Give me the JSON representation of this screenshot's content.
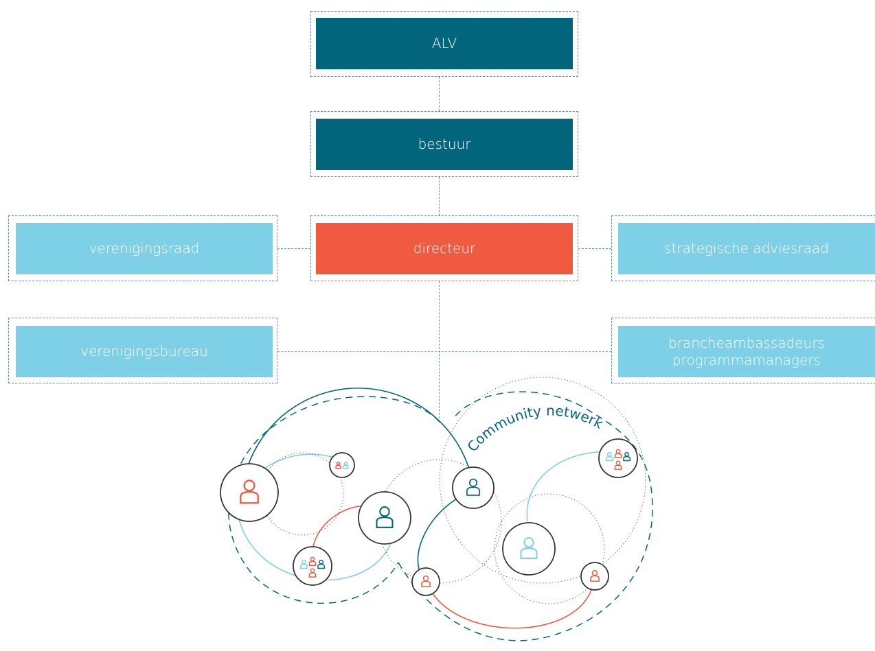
{
  "org": {
    "alv": "ALV",
    "bestuur": "bestuur",
    "directeur": "directeur",
    "verenigingsraad": "verenigingsraad",
    "strategische_adviesraad": "strategische adviesraad",
    "verenigingsbureau": "verenigingsbureau",
    "brancheambassadeurs": "brancheambassadeurs",
    "programmamanagers": "programmamanagers"
  },
  "network": {
    "label": "Community netwerk"
  },
  "colors": {
    "dark_teal": "#02657c",
    "coral": "#f05a40",
    "light_blue": "#7dd0e6",
    "dash": "#5b8fa6"
  },
  "icons": [
    "person-icon",
    "group-icon"
  ]
}
